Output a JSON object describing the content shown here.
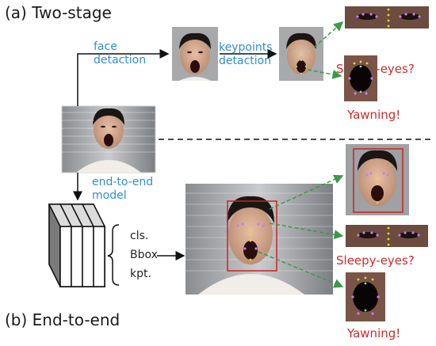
{
  "titles": {
    "two_stage": "(a) Two-stage",
    "end_to_end": "(b) End-to-end"
  },
  "labels": {
    "face_detection": "face\ndetaction",
    "keypoints_detection": "keypoints\ndetaction",
    "end_to_end_model": "end-to-end\nmodel",
    "cls": "cls.",
    "bbox": "Bbox",
    "kpt": "kpt."
  },
  "results": {
    "sleepy_eyes": "Sleepy-eyes?",
    "yawning": "Yawning!"
  },
  "colors": {
    "label_blue": "#2e8fd6",
    "alert_red": "#d42a2a",
    "arrow_green": "#3a9a4a",
    "bbox_red": "#cc2222"
  }
}
